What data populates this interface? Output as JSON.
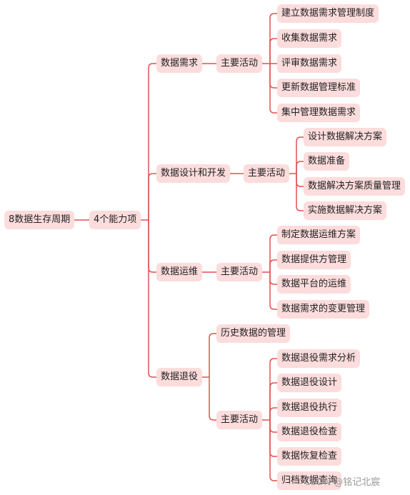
{
  "colors": {
    "line": "#e05050",
    "node_bg": "#fcdcdc",
    "text": "#222222"
  },
  "root": "8数据生存周期",
  "center": "4个能力项",
  "branches": [
    {
      "name": "数据需求",
      "activity": "主要活动",
      "items": [
        "建立数据需求管理制度",
        "收集数据需求",
        "评审数据需求",
        "更新数据管理标准",
        "集中管理数据需求"
      ]
    },
    {
      "name": "数据设计和开发",
      "activity": "主要活动",
      "items": [
        "设计数据解决方案",
        "数据准备",
        "数据解决方案质量管理",
        "实施数据解决方案"
      ]
    },
    {
      "name": "数据运维",
      "activity": "主要活动",
      "items": [
        "制定数据运维方案",
        "数据提供方管理",
        "数据平台的运维",
        "数据需求的变更管理"
      ]
    },
    {
      "name": "数据退役",
      "history": "历史数据的管理",
      "activity": "主要活动",
      "items": [
        "数据退役需求分析",
        "数据退役设计",
        "数据退役执行",
        "数据退役检查",
        "数据恢复检查",
        "归档数据查询"
      ]
    }
  ],
  "watermark": "CSDN @铭记北宸"
}
